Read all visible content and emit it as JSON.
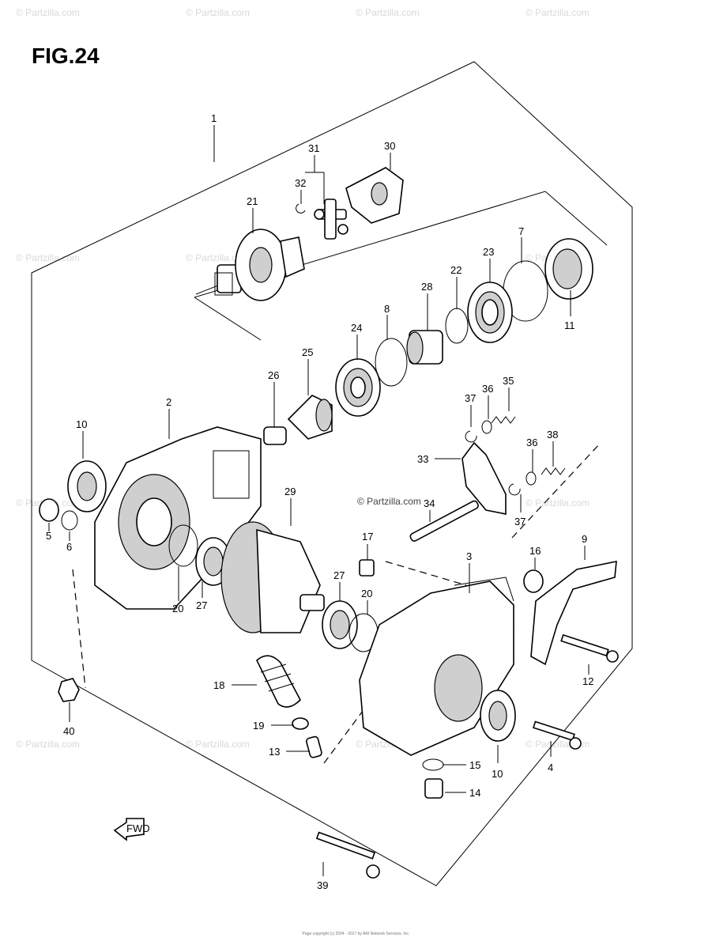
{
  "figure": {
    "title": "FIG.24"
  },
  "watermarks": {
    "text": "© Partzilla.com",
    "center_text": "© Partzilla.com"
  },
  "fwd_label": "FWD",
  "footer": {
    "code": "",
    "copyright": "Page copyright (c) 2004 - 2017 by ARI Network Services, Inc."
  },
  "callouts": [
    {
      "id": "c1",
      "label": "1"
    },
    {
      "id": "c2",
      "label": "2"
    },
    {
      "id": "c3",
      "label": "3"
    },
    {
      "id": "c4",
      "label": "4"
    },
    {
      "id": "c5",
      "label": "5"
    },
    {
      "id": "c6",
      "label": "6"
    },
    {
      "id": "c7",
      "label": "7"
    },
    {
      "id": "c8",
      "label": "8"
    },
    {
      "id": "c9",
      "label": "9"
    },
    {
      "id": "c10a",
      "label": "10"
    },
    {
      "id": "c10b",
      "label": "10"
    },
    {
      "id": "c11",
      "label": "11"
    },
    {
      "id": "c12",
      "label": "12"
    },
    {
      "id": "c13",
      "label": "13"
    },
    {
      "id": "c14",
      "label": "14"
    },
    {
      "id": "c15",
      "label": "15"
    },
    {
      "id": "c16",
      "label": "16"
    },
    {
      "id": "c17",
      "label": "17"
    },
    {
      "id": "c18",
      "label": "18"
    },
    {
      "id": "c19",
      "label": "19"
    },
    {
      "id": "c20a",
      "label": "20"
    },
    {
      "id": "c20b",
      "label": "20"
    },
    {
      "id": "c21",
      "label": "21"
    },
    {
      "id": "c22",
      "label": "22"
    },
    {
      "id": "c23",
      "label": "23"
    },
    {
      "id": "c24",
      "label": "24"
    },
    {
      "id": "c25",
      "label": "25"
    },
    {
      "id": "c26",
      "label": "26"
    },
    {
      "id": "c27a",
      "label": "27"
    },
    {
      "id": "c27b",
      "label": "27"
    },
    {
      "id": "c28",
      "label": "28"
    },
    {
      "id": "c29",
      "label": "29"
    },
    {
      "id": "c30",
      "label": "30"
    },
    {
      "id": "c31",
      "label": "31"
    },
    {
      "id": "c32",
      "label": "32"
    },
    {
      "id": "c33",
      "label": "33"
    },
    {
      "id": "c34",
      "label": "34"
    },
    {
      "id": "c35",
      "label": "35"
    },
    {
      "id": "c36a",
      "label": "36"
    },
    {
      "id": "c36b",
      "label": "36"
    },
    {
      "id": "c37a",
      "label": "37"
    },
    {
      "id": "c37b",
      "label": "37"
    },
    {
      "id": "c38",
      "label": "38"
    },
    {
      "id": "c39",
      "label": "39"
    },
    {
      "id": "c40",
      "label": "40"
    }
  ]
}
